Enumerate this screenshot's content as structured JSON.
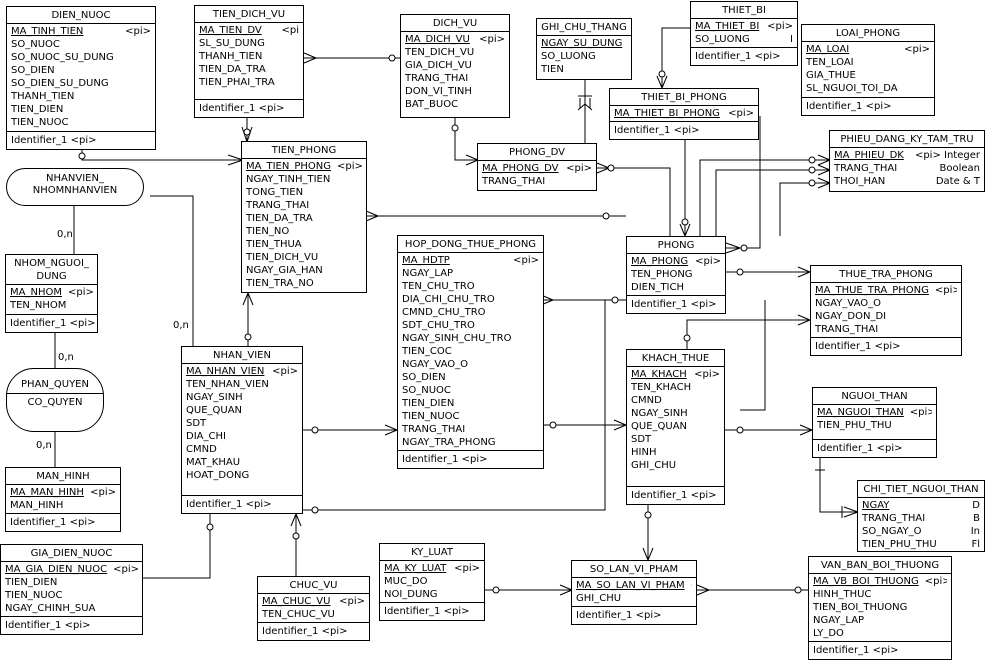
{
  "entities": {
    "dien_nuoc": {
      "title": "DIEN_NUOC",
      "attrs": [
        {
          "name": "MA_TINH_TIEN",
          "type": "<pi>",
          "key": true
        },
        {
          "name": "SO_NUOC"
        },
        {
          "name": "SO_NUOC_SU_DUNG"
        },
        {
          "name": "SO_DIEN"
        },
        {
          "name": "SO_DIEN_SU_DUNG"
        },
        {
          "name": "THANH_TIEN"
        },
        {
          "name": "TIEN_DIEN"
        },
        {
          "name": "TIEN_NUOC"
        }
      ],
      "ident": "Identifier_1  <pi>"
    },
    "tien_dich_vu": {
      "title": "TIEN_DICH_VU",
      "attrs": [
        {
          "name": "MA_TIEN_DV",
          "type": "<pi",
          "key": true
        },
        {
          "name": "SL_SU_DUNG"
        },
        {
          "name": "THANH_TIEN"
        },
        {
          "name": "TIEN_DA_TRA"
        },
        {
          "name": "TIEN_PHAI_TRA"
        }
      ],
      "ident": "Identifier_1  <pi>"
    },
    "dich_vu": {
      "title": "DICH_VU",
      "attrs": [
        {
          "name": "MA_DICH_VU",
          "type": "<pi>",
          "key": true
        },
        {
          "name": "TEN_DICH_VU"
        },
        {
          "name": "GIA_DICH_VU"
        },
        {
          "name": "TRANG_THAI"
        },
        {
          "name": "DON_VI_TINH"
        },
        {
          "name": "BAT_BUOC"
        }
      ],
      "ident": ""
    },
    "ghi_chu_thang": {
      "title": "GHI_CHU_THANG",
      "attrs": [
        {
          "name": "NGAY_SU_DUNG",
          "key": true
        },
        {
          "name": "SO_LUONG"
        },
        {
          "name": "TIEN"
        }
      ],
      "ident": ""
    },
    "thiet_bi": {
      "title": "THIET_BI",
      "attrs": [
        {
          "name": "MA_THIET_BI",
          "type": "<pi>",
          "key": true
        },
        {
          "name": "SO_LUONG",
          "type": "I"
        }
      ],
      "ident": "Identifier_1  <pi>"
    },
    "loai_phong": {
      "title": "LOAI_PHONG",
      "attrs": [
        {
          "name": "MA_LOAI",
          "type": "<pi>",
          "key": true
        },
        {
          "name": "TEN_LOAI"
        },
        {
          "name": "GIA_THUE"
        },
        {
          "name": "SL_NGUOI_TOI_DA"
        }
      ],
      "ident": "Identifier_1  <pi>"
    },
    "thiet_bi_phong": {
      "title": "THIET_BI_PHONG",
      "attrs": [
        {
          "name": "MA_THIET_BI_PHONG",
          "type": "<pi>",
          "key": true
        }
      ],
      "ident": "Identifier_1  <pi>"
    },
    "phieu_dang_ky": {
      "title": "PHIEU_DANG_KY_TAM_TRU",
      "attrs": [
        {
          "name": "MA_PHIEU_DK",
          "type": "<pi>  Integer",
          "key": true
        },
        {
          "name": "TRANG_THAI",
          "type": "Boolean"
        },
        {
          "name": "THOI_HAN",
          "type": "Date & T"
        }
      ],
      "ident": ""
    },
    "tien_phong": {
      "title": "TIEN_PHONG",
      "attrs": [
        {
          "name": "MA_TIEN_PHONG",
          "type": "<pi>",
          "key": true
        },
        {
          "name": "NGAY_TINH_TIEN"
        },
        {
          "name": "TONG_TIEN"
        },
        {
          "name": "TRANG_THAI"
        },
        {
          "name": "TIEN_DA_TRA"
        },
        {
          "name": "TIEN_NO"
        },
        {
          "name": "TIEN_THUA"
        },
        {
          "name": "TIEN_DICH_VU"
        },
        {
          "name": "NGAY_GIA_HAN"
        },
        {
          "name": "TIEN_TRA_NO"
        }
      ],
      "ident": ""
    },
    "phong_dv": {
      "title": "PHONG_DV",
      "attrs": [
        {
          "name": "MA_PHONG_DV",
          "type": "<pi>",
          "key": true
        },
        {
          "name": "TRANG_THAI"
        }
      ],
      "ident": ""
    },
    "nhom_nguoi_dung": {
      "title": "NHOM_NGUOI_\nDUNG",
      "attrs": [
        {
          "name": "MA_NHOM",
          "type": "<pi>",
          "key": true
        },
        {
          "name": "TEN_NHOM"
        }
      ],
      "ident": "Identifier_1  <pi>"
    },
    "hop_dong": {
      "title": "HOP_DONG_THUE_PHONG",
      "attrs": [
        {
          "name": "MA_HDTP",
          "type": "<pi>",
          "key": true
        },
        {
          "name": "NGAY_LAP"
        },
        {
          "name": "TEN_CHU_TRO"
        },
        {
          "name": "DIA_CHI_CHU_TRO"
        },
        {
          "name": "CMND_CHU_TRO"
        },
        {
          "name": "SDT_CHU_TRO"
        },
        {
          "name": "NGAY_SINH_CHU_TRO"
        },
        {
          "name": "TIEN_COC"
        },
        {
          "name": "NGAY_VAO_O"
        },
        {
          "name": "SO_DIEN"
        },
        {
          "name": "SO_NUOC"
        },
        {
          "name": "TIEN_DIEN"
        },
        {
          "name": "TIEN_NUOC"
        },
        {
          "name": "TRANG_THAI"
        },
        {
          "name": "NGAY_TRA_PHONG"
        }
      ],
      "ident": "Identifier_1  <pi>"
    },
    "phong": {
      "title": "PHONG",
      "attrs": [
        {
          "name": "MA_PHONG",
          "type": "<pi>",
          "key": true
        },
        {
          "name": "TEN_PHONG"
        },
        {
          "name": "DIEN_TICH"
        }
      ],
      "ident": "Identifier_1  <pi>"
    },
    "thue_tra_phong": {
      "title": "THUE_TRA_PHONG",
      "attrs": [
        {
          "name": "MA_THUE_TRA_PHONG",
          "type": "<pi>",
          "key": true
        },
        {
          "name": "NGAY_VAO_O"
        },
        {
          "name": "NGAY_DON_DI"
        },
        {
          "name": "TRANG_THAI"
        }
      ],
      "ident": "Identifier_1  <pi>"
    },
    "nhan_vien": {
      "title": "NHAN_VIEN",
      "attrs": [
        {
          "name": "MA_NHAN_VIEN",
          "type": "<pi>",
          "key": true
        },
        {
          "name": "TEN_NHAN_VIEN"
        },
        {
          "name": "NGAY_SINH"
        },
        {
          "name": "QUE_QUAN"
        },
        {
          "name": "SDT"
        },
        {
          "name": "DIA_CHI"
        },
        {
          "name": "CMND"
        },
        {
          "name": "MAT_KHAU"
        },
        {
          "name": "HOAT_DONG"
        }
      ],
      "ident": "Identifier_1  <pi>"
    },
    "khach_thue": {
      "title": "KHACH_THUE",
      "attrs": [
        {
          "name": "MA_KHACH",
          "type": "<pi>",
          "key": true
        },
        {
          "name": "TEN_KHACH"
        },
        {
          "name": "CMND"
        },
        {
          "name": "NGAY_SINH"
        },
        {
          "name": "QUE_QUAN"
        },
        {
          "name": "SDT"
        },
        {
          "name": "HINH"
        },
        {
          "name": "GHI_CHU"
        }
      ],
      "ident": "Identifier_1  <pi>"
    },
    "nguoi_than": {
      "title": "NGUOI_THAN",
      "attrs": [
        {
          "name": "MA_NGUOI_THAN",
          "type": "<pi>",
          "key": true
        },
        {
          "name": "TIEN_PHU_THU"
        }
      ],
      "ident": "Identifier_1  <pi>"
    },
    "chi_tiet_nguoi_than": {
      "title": "CHI_TIET_NGUOI_THAN",
      "attrs": [
        {
          "name": "NGAY",
          "type": "D",
          "key": true
        },
        {
          "name": "TRANG_THAI",
          "type": "B"
        },
        {
          "name": "SO_NGAY_O",
          "type": "In"
        },
        {
          "name": "TIEN_PHU_THU",
          "type": "Fl"
        }
      ],
      "ident": ""
    },
    "man_hinh": {
      "title": "MAN_HINH",
      "attrs": [
        {
          "name": "MA_MAN_HINH",
          "type": "<pi>",
          "key": true
        },
        {
          "name": "MAN_HINH"
        }
      ],
      "ident": "Identifier_1  <pi>"
    },
    "gia_dien_nuoc": {
      "title": "GIA_DIEN_NUOC",
      "attrs": [
        {
          "name": "MA_GIA_DIEN_NUOC",
          "type": "<pi>",
          "key": true
        },
        {
          "name": "TIEN_DIEN"
        },
        {
          "name": "TIEN_NUOC"
        },
        {
          "name": "NGAY_CHINH_SUA"
        }
      ],
      "ident": "Identifier_1  <pi>"
    },
    "chuc_vu": {
      "title": "CHUC_VU",
      "attrs": [
        {
          "name": "MA_CHUC_VU",
          "type": "<pi>",
          "key": true
        },
        {
          "name": "TEN_CHUC_VU"
        }
      ],
      "ident": "Identifier_1  <pi>"
    },
    "ky_luat": {
      "title": "KY_LUAT",
      "attrs": [
        {
          "name": "MA_KY_LUAT",
          "type": "<pi>",
          "key": true
        },
        {
          "name": "MUC_DO"
        },
        {
          "name": "NOI_DUNG"
        }
      ],
      "ident": "Identifier_1  <pi>"
    },
    "so_lan_vi_pham": {
      "title": "SO_LAN_VI_PHAM",
      "attrs": [
        {
          "name": "MA_SO_LAN_VI_PHAM",
          "type": "<pi>",
          "key": true
        },
        {
          "name": "GHI_CHU"
        }
      ],
      "ident": "Identifier_1  <pi>"
    },
    "van_ban_boi_thuong": {
      "title": "VAN_BAN_BOI_THUONG",
      "attrs": [
        {
          "name": "MA_VB_BOI_THUONG",
          "type": "<pi>",
          "key": true
        },
        {
          "name": "HINH_THUC"
        },
        {
          "name": "TIEN_BOI_THUONG"
        },
        {
          "name": "NGAY_LAP"
        },
        {
          "name": "LY_DO"
        }
      ],
      "ident": "Identifier_1  <pi>"
    }
  },
  "associations": {
    "nhanvien_nhom": {
      "title": "NHANVIEN_\nNHOMNHANVIEN",
      "attrs": ""
    },
    "phan_quyen": {
      "title": "PHAN_QUYEN",
      "attrs": "CO_QUYEN"
    }
  },
  "cardinalities": {
    "c1": "0,n",
    "c2": "0,n",
    "c3": "0,n",
    "c4": "0,n"
  }
}
